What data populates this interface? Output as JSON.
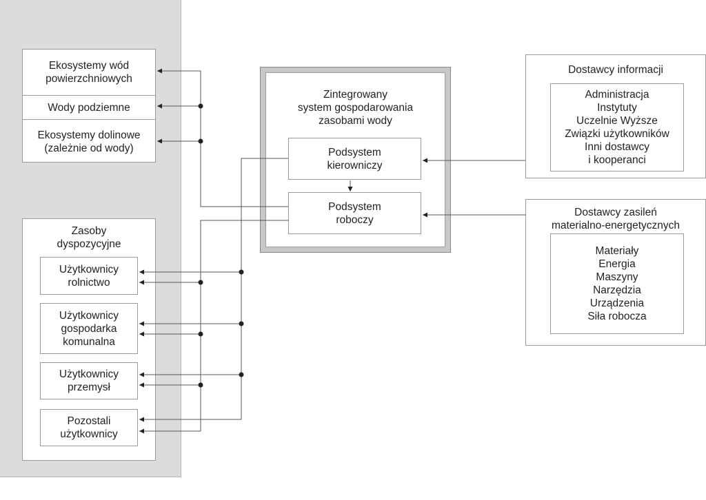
{
  "ecosystems": {
    "surface_waters": "Ekosystemy wód\npowierzchniowych",
    "groundwater": "Wody podziemne",
    "valley_ecosystems": "Ekosystemy dolinowe\n(zależnie od wody)"
  },
  "resources": {
    "title": "Zasoby\ndyspozycyjne",
    "agriculture": "Użytkownicy\nrolnictwo",
    "municipal": "Użytkownicy\ngospodarka\nkomunalna",
    "industry": "Użytkownicy\nprzemysł",
    "other": "Pozostali\nużytkownicy"
  },
  "integrated_system": {
    "title": "Zintegrowany\nsystem gospodarowania\nzasobami wody",
    "management": "Podsystem\nkierowniczy",
    "operational": "Podsystem\nroboczy"
  },
  "information_suppliers": {
    "title": "Dostawcy informacji",
    "items": "Administracja\nInstytuty\nUczelnie Wyższe\nZwiązki użytkowników\nInni dostawcy\ni kooperanci"
  },
  "material_suppliers": {
    "title": "Dostawcy zasileń\nmaterialno-energetycznych",
    "items": "Materiały\nEnergia\nMaszyny\nNarzędzia\nUrządzenia\nSiła robocza"
  },
  "colors": {
    "panel": "#dcdcdc",
    "line": "#555555",
    "border": "#9a9a9a"
  }
}
